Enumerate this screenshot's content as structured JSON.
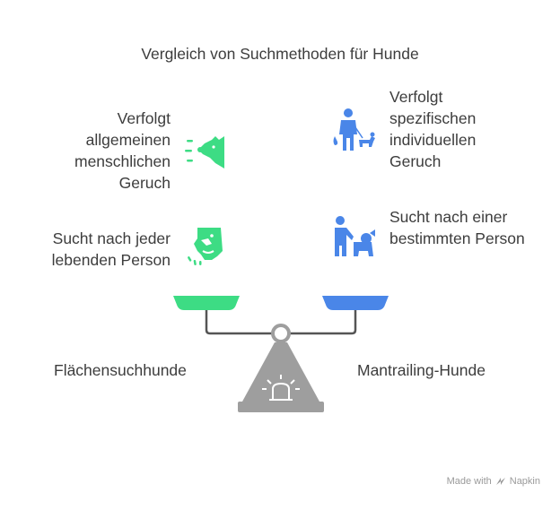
{
  "title": "Vergleich von Suchmethoden für Hunde",
  "left": {
    "label": "Flächensuchhunde",
    "items": [
      {
        "text": "Verfolgt allgemeinen menschlichen Geruch",
        "icon": "dog-sniffing-icon"
      },
      {
        "text": "Sucht nach jeder lebenden Person",
        "icon": "dog-head-icon"
      }
    ],
    "color": "#3ddc84"
  },
  "right": {
    "label": "Mantrailing-Hunde",
    "items": [
      {
        "text": "Verfolgt spezifischen individuellen Geruch",
        "icon": "person-with-dog-icon"
      },
      {
        "text": "Sucht nach einer bestimmten Person",
        "icon": "person-petting-dog-icon"
      }
    ],
    "color": "#4a86e8"
  },
  "footer": {
    "made_with": "Made with",
    "brand": "Napkin"
  }
}
